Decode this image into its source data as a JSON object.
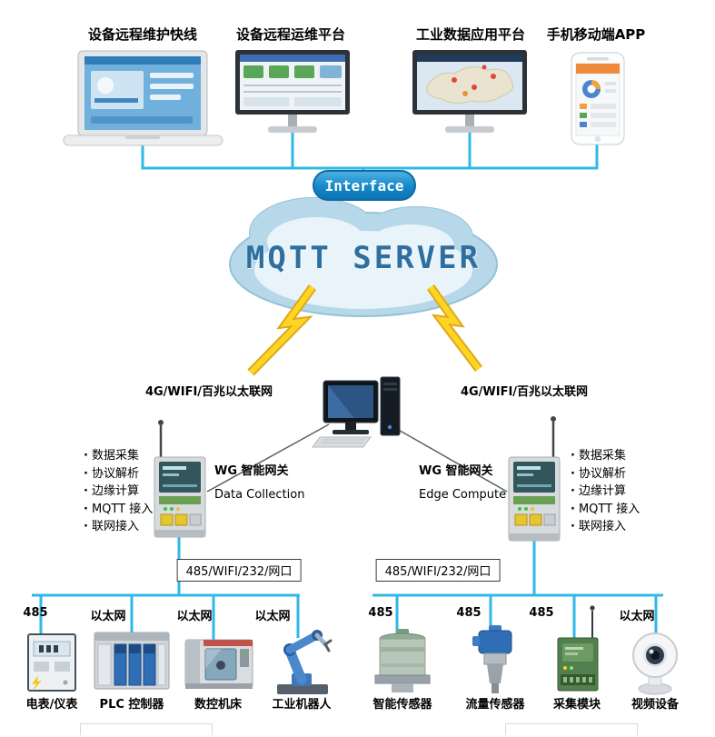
{
  "top_devices": [
    {
      "label": "设备远程维护快线"
    },
    {
      "label": "设备远程运维平台"
    },
    {
      "label": "工业数据应用平台"
    },
    {
      "label": "手机移动端APP"
    }
  ],
  "interface_label": "Interface",
  "server_label": "MQTT SERVER",
  "link_left": "4G/WIFI/百兆以太联网",
  "link_right": "4G/WIFI/百兆以太联网",
  "gateway_left": {
    "name": "WG 智能网关",
    "role": "Data Collection",
    "bus": "485/WIFI/232/网口"
  },
  "gateway_right": {
    "name": "WG 智能网关",
    "role": "Edge Compute",
    "bus": "485/WIFI/232/网口"
  },
  "gateway_features": [
    "数据采集",
    "协议解析",
    "边缘计算",
    "MQTT 接入",
    "联网接入"
  ],
  "left_branches": [
    {
      "conn": "485",
      "device": "电表/仪表"
    },
    {
      "conn": "以太网",
      "device": "PLC 控制器"
    },
    {
      "conn": "以太网",
      "device": "数控机床"
    },
    {
      "conn": "以太网",
      "device": "工业机器人"
    }
  ],
  "right_branches": [
    {
      "conn": "485",
      "device": "智能传感器"
    },
    {
      "conn": "485",
      "device": "流量传感器"
    },
    {
      "conn": "485",
      "device": "采集模块"
    },
    {
      "conn": "以太网",
      "device": "视频设备"
    }
  ],
  "colors": {
    "connector": "#2fb9e7",
    "interface_bg": "#1487c9",
    "cloud": "#b7d8e9",
    "lightning": "#ffd525",
    "server_text": "#2f6f9f"
  }
}
